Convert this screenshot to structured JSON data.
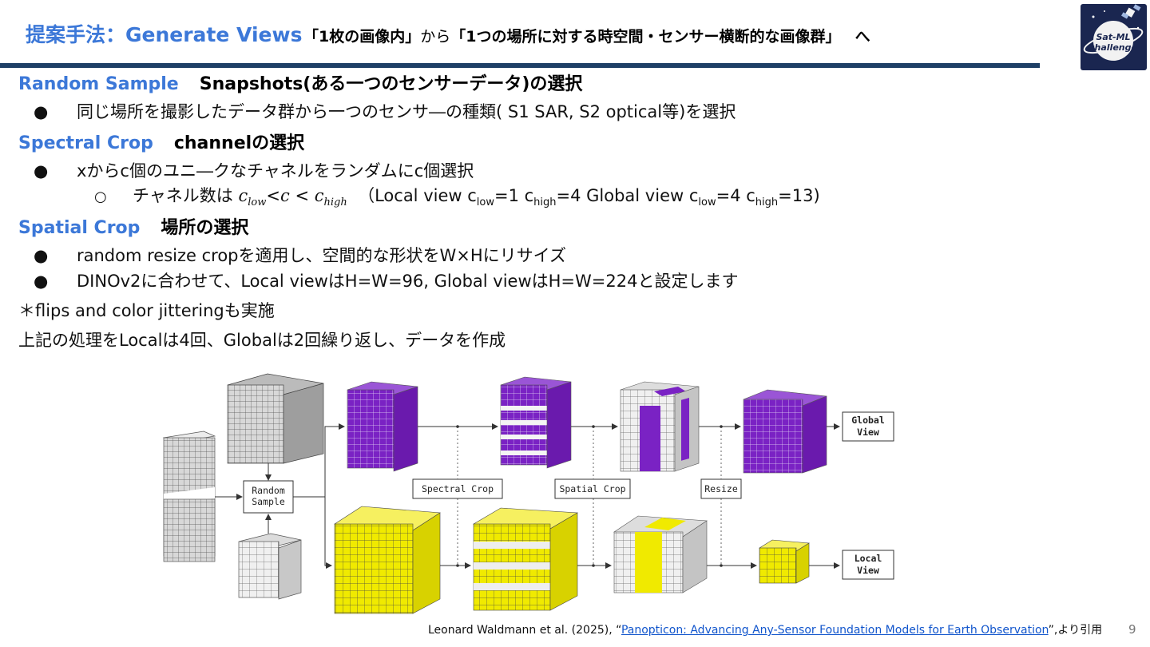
{
  "header": {
    "title": "提案手法：Generate Views",
    "sub_a": "「1枚の画像内」",
    "sub_b": "から",
    "sub_c": "「1つの場所に対する時空間・センサー横断的な画像群」",
    "sub_d": "へ"
  },
  "sections": {
    "random": {
      "kw": "Random Sample",
      "desc": "Snapshots(ある一つのセンサーデータ)の選択"
    },
    "spectral": {
      "kw": "Spectral Crop",
      "desc": "channelの選択"
    },
    "spatial": {
      "kw": "Spatial Crop",
      "desc": "場所の選択"
    }
  },
  "bullets": {
    "random_1": "同じ場所を撮影したデータ群から一つのセンサ―の種類( S1 SAR, S2 optical等)を選択",
    "spectral_1": "xからc個のユニ―クなチャネルをランダムにc個選択",
    "spatial_1": "random resize cropを適用し、空間的な形状をW×Hにリサイズ",
    "spatial_2": "DINOv2に合わせて、Local viewはH=W=96, Global viewはH=W=224と設定します",
    "bullet_symbol": "●",
    "sub_symbol": "○"
  },
  "formula": {
    "prefix": "チャネル数は",
    "c": "c",
    "low": "low",
    "high": "high",
    "lt1": "<",
    "lt2": "<",
    "open": "（Local view c",
    "local_low_val": "=1 c",
    "local_high_val": "=4 Global view c",
    "global_low_val": "=4 c",
    "global_high_val": "=13)"
  },
  "notes": {
    "flips": "＊flips and color jitteringも実施",
    "repeat": "上記の処理をLocalは4回、Globalは2回繰り返し、データを作成"
  },
  "diagram": {
    "random_sample": [
      "Random",
      "Sample"
    ],
    "spectral_crop": "Spectral Crop",
    "spatial_crop": "Spatial Crop",
    "resize": "Resize",
    "global_view": [
      "Global",
      "View"
    ],
    "local_view": [
      "Local",
      "View"
    ],
    "colors": {
      "global": "#7a22c4",
      "local": "#f0ea00",
      "gray": "#d8d8d8",
      "grid": "#555555"
    }
  },
  "caption": {
    "authors": "Leonard Waldmann et al. (2025), “",
    "link": "Panopticon: Advancing Any-Sensor Foundation Models for Earth Observation",
    "tail": "”,より引用"
  },
  "page_number": "9",
  "logo": {
    "text": "Sat-ML challenge"
  }
}
